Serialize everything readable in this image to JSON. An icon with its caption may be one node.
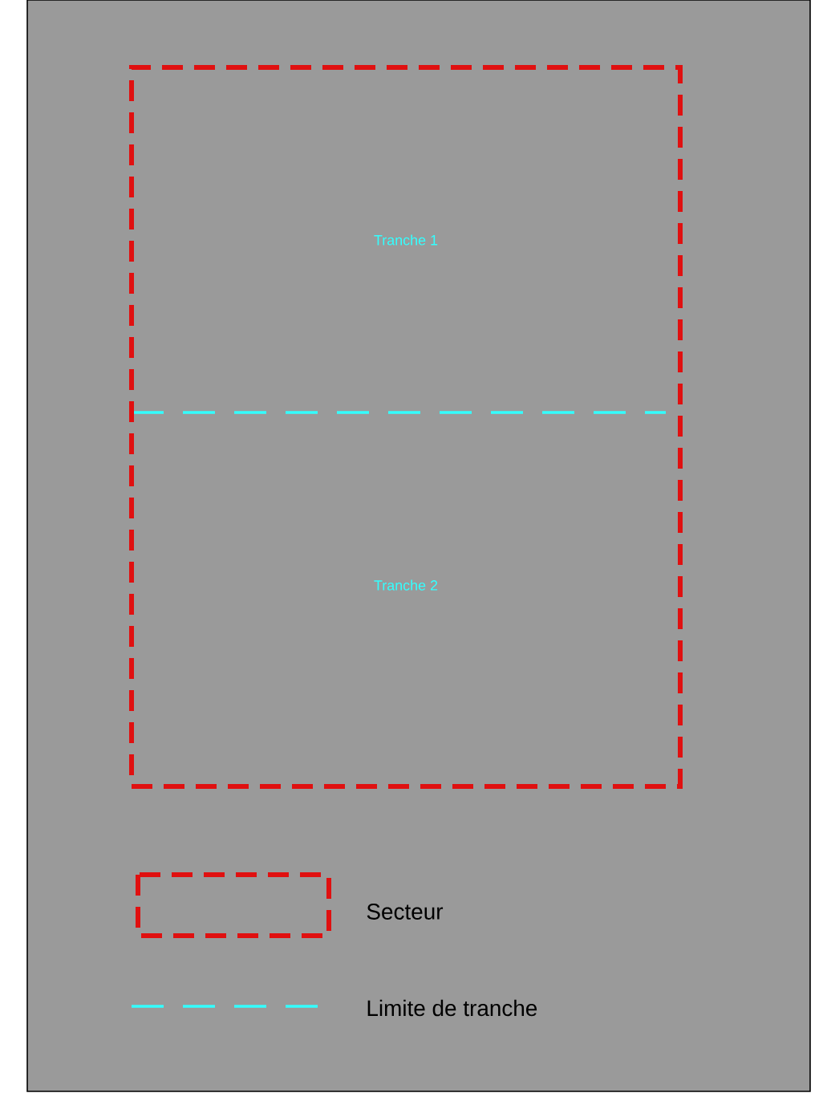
{
  "diagram": {
    "nodes": [
      {
        "text": [],
        "shape": "box"
      },
      {
        "text": [
          "Tranche 1"
        ],
        "in": 0
      },
      {
        "text": [
          "Tranche 2"
        ],
        "in": 0
      }
    ],
    "legend": [
      {
        "text": "Secteur"
      },
      {
        "text": "Limite de tranche"
      }
    ]
  }
}
